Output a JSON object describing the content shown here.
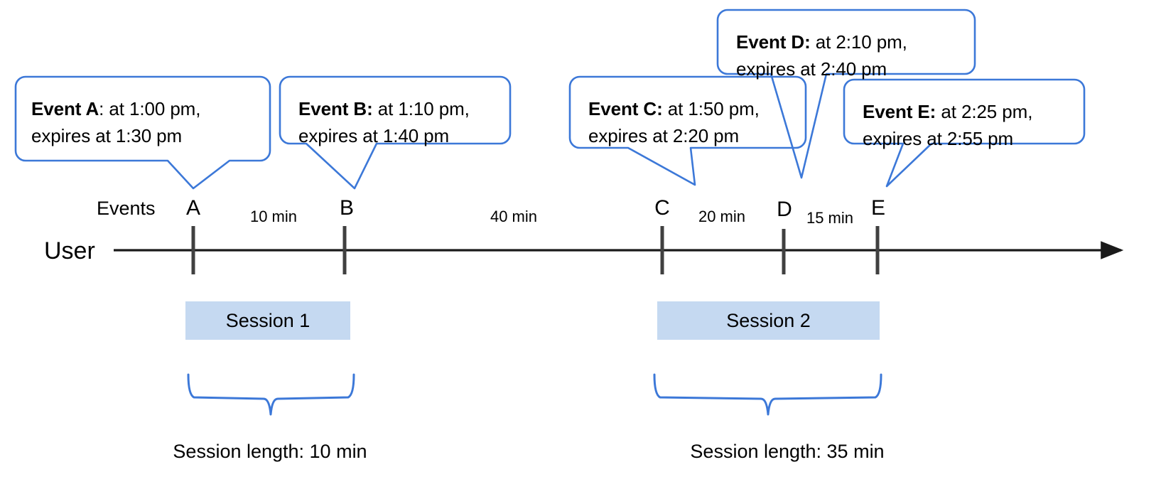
{
  "diagram": {
    "axis_label": "User",
    "events_label": "Events",
    "accent_color": "#3c78d8",
    "session_fill": "#c5d9f1",
    "axis_color": "#404040",
    "callouts": [
      {
        "id": "A",
        "title": "Event A",
        "sep": ":",
        "line1_rest": " at 1:00 pm,",
        "line2": "expires at 1:30 pm"
      },
      {
        "id": "B",
        "title": "Event B",
        "sep": ":",
        "line1_rest": " at 1:10 pm,",
        "line2": "expires at 1:40 pm"
      },
      {
        "id": "C",
        "title": "Event C",
        "sep": ":",
        "line1_rest": " at 1:50 pm,",
        "line2": "expires at 2:20 pm"
      },
      {
        "id": "D",
        "title": "Event D",
        "sep": ":",
        "line1_rest": " at 2:10 pm,",
        "line2": "expires at 2:40 pm"
      },
      {
        "id": "E",
        "title": "Event E",
        "sep": ":",
        "line1_rest": " at 2:25 pm,",
        "line2": "expires at 2:55 pm"
      }
    ],
    "markers": [
      {
        "label": "A"
      },
      {
        "label": "B"
      },
      {
        "label": "C"
      },
      {
        "label": "D"
      },
      {
        "label": "E"
      }
    ],
    "gaps": [
      {
        "label": "10 min"
      },
      {
        "label": "40 min"
      },
      {
        "label": "20 min"
      },
      {
        "label": "15 min"
      }
    ],
    "sessions": [
      {
        "name": "Session 1",
        "length_label": "Session length: 10 min"
      },
      {
        "name": "Session 2",
        "length_label": "Session length: 35 min"
      }
    ]
  },
  "chart_data": {
    "type": "timeline",
    "title": "",
    "xlabel": "User",
    "ylabel": "",
    "grid": false,
    "events": [
      {
        "name": "Event A",
        "marker": "A",
        "at": "1:00 pm",
        "expires_at": "1:30 pm",
        "session": "Session 1"
      },
      {
        "name": "Event B",
        "marker": "B",
        "at": "1:10 pm",
        "expires_at": "1:40 pm",
        "session": "Session 1"
      },
      {
        "name": "Event C",
        "marker": "C",
        "at": "1:50 pm",
        "expires_at": "2:20 pm",
        "session": "Session 2"
      },
      {
        "name": "Event D",
        "marker": "D",
        "at": "2:10 pm",
        "expires_at": "2:40 pm",
        "session": "Session 2"
      },
      {
        "name": "Event E",
        "marker": "E",
        "at": "2:25 pm",
        "expires_at": "2:55 pm",
        "session": "Session 2"
      }
    ],
    "intervals": [
      {
        "from": "A",
        "to": "B",
        "label": "10 min",
        "minutes": 10
      },
      {
        "from": "B",
        "to": "C",
        "label": "40 min",
        "minutes": 40
      },
      {
        "from": "C",
        "to": "D",
        "label": "20 min",
        "minutes": 20
      },
      {
        "from": "D",
        "to": "E",
        "label": "15 min",
        "minutes": 15
      }
    ],
    "sessions": [
      {
        "name": "Session 1",
        "events": [
          "A",
          "B"
        ],
        "length_label": "Session length: 10 min",
        "length_minutes": 10
      },
      {
        "name": "Session 2",
        "events": [
          "C",
          "D",
          "E"
        ],
        "length_label": "Session length: 35 min",
        "length_minutes": 35
      }
    ]
  }
}
